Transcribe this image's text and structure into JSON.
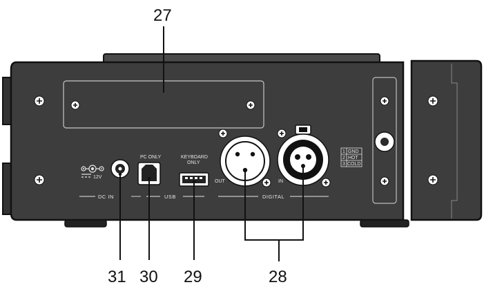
{
  "callouts": {
    "c27": "27",
    "c28": "28",
    "c29": "29",
    "c30": "30",
    "c31": "31"
  },
  "panel_labels": {
    "dc_voltage": "12V",
    "dc_in": "DC IN",
    "pc_only": "PC ONLY",
    "keyboard": "KEYBOARD",
    "keyboard_only": "ONLY",
    "usb": "USB",
    "out": "OUT",
    "in": "IN",
    "digital": "DIGITAL",
    "pin_legend": [
      {
        "n": "1",
        "name": "GND"
      },
      {
        "n": "2",
        "name": "HOT"
      },
      {
        "n": "3",
        "name": "COLD"
      }
    ]
  },
  "colors": {
    "body": "#3d3d3d",
    "body_dark": "#2b2b2b",
    "outline": "#111111",
    "label": "#e6e6e6"
  }
}
